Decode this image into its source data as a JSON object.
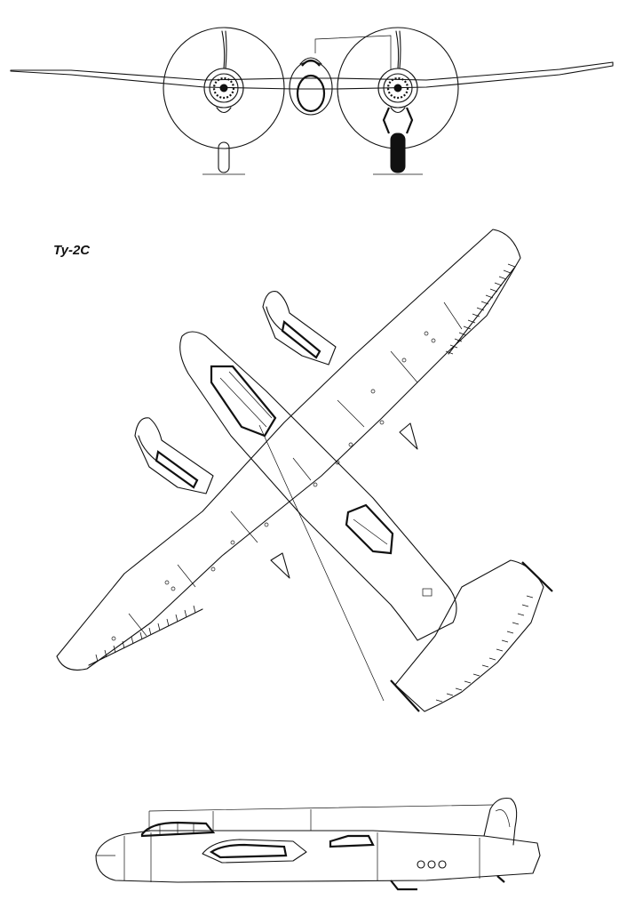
{
  "figure": {
    "aircraft_label": "Ty-2C",
    "views": [
      "front-view",
      "top-view",
      "side-view"
    ]
  }
}
